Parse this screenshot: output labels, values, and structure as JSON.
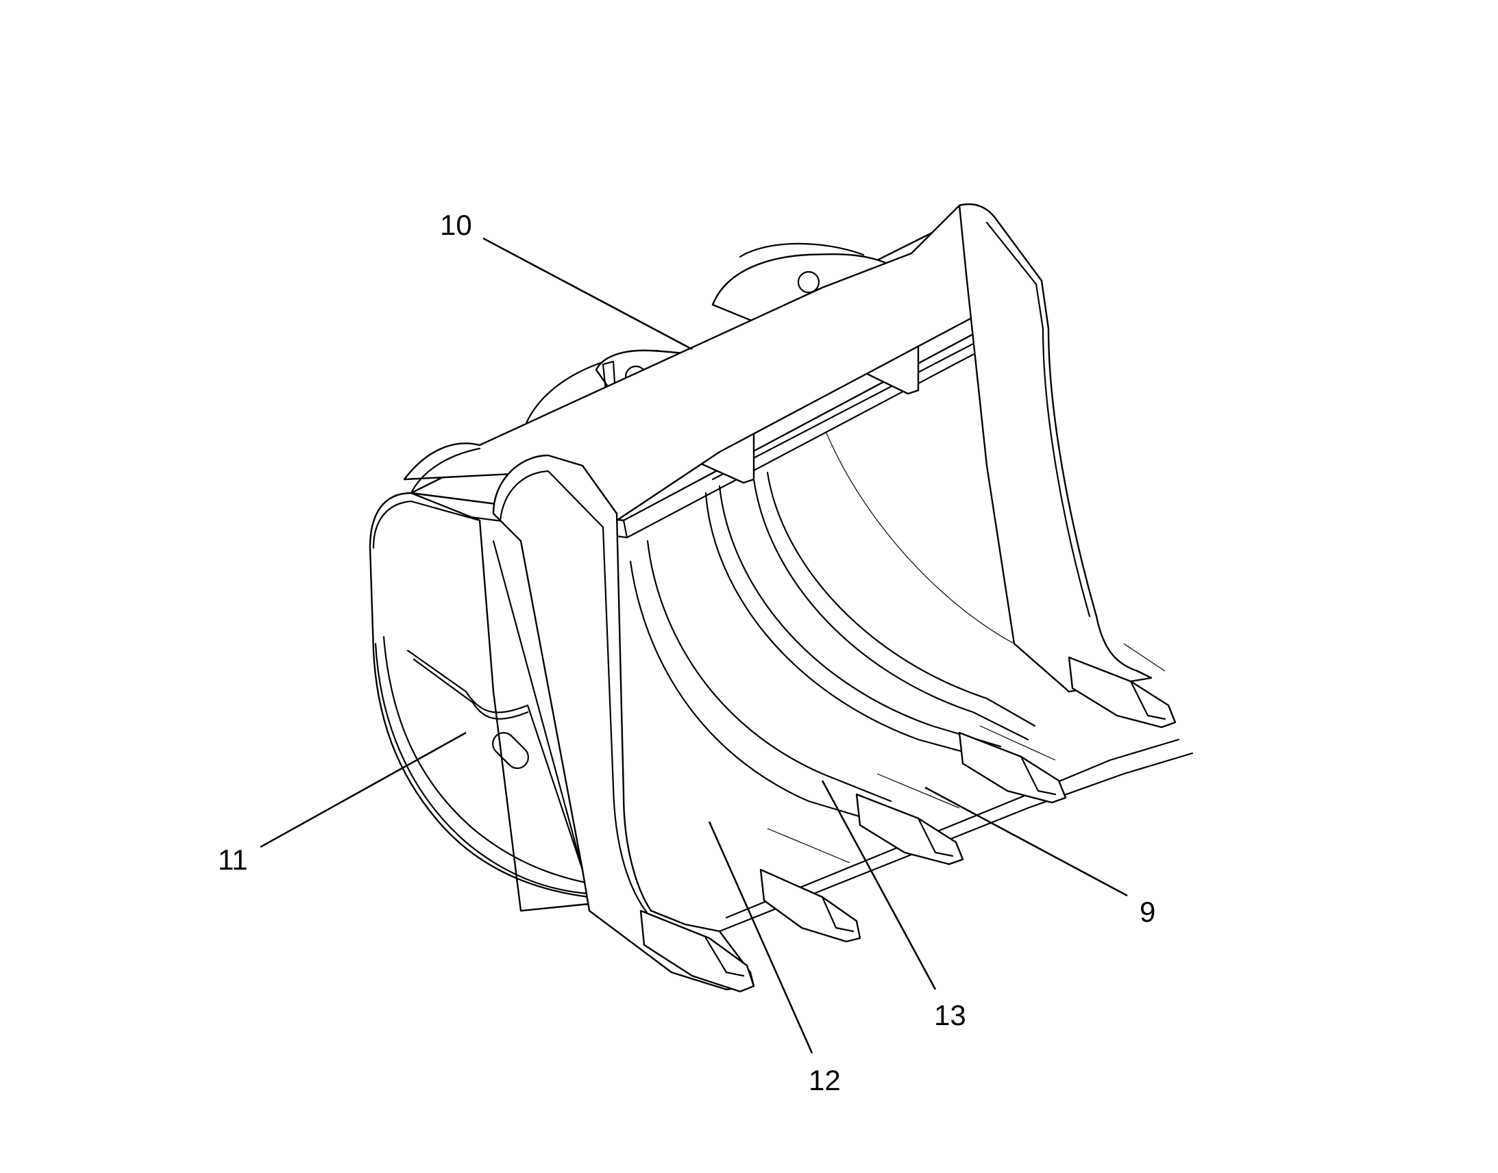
{
  "labels": {
    "ref_9": "9",
    "ref_10": "10",
    "ref_11": "11",
    "ref_12": "12",
    "ref_13": "13"
  }
}
